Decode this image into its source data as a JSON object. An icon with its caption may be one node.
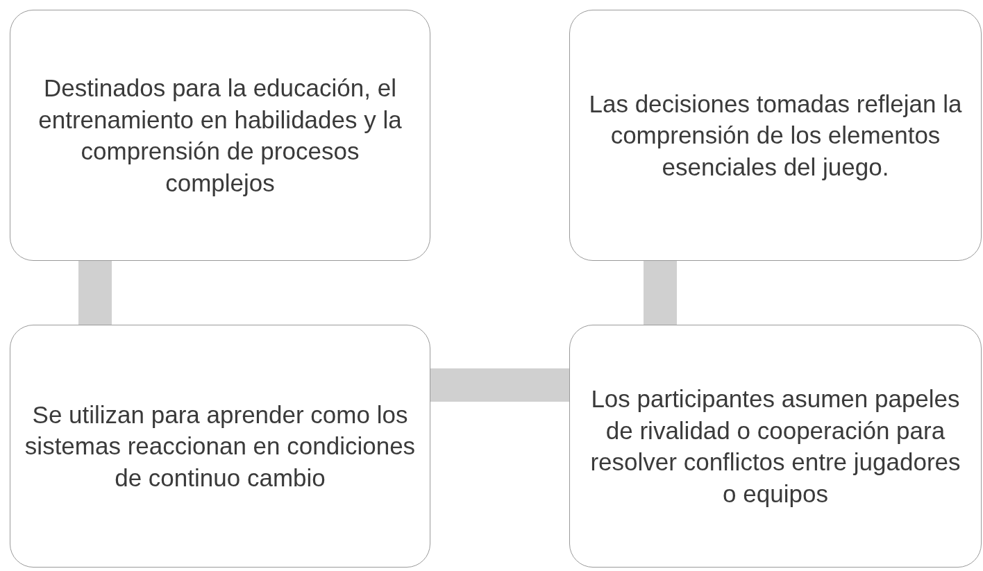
{
  "diagram": {
    "nodes": [
      {
        "text": [
          "Destinados para la educación, el entrenamiento en habilidades y la comprensión de procesos complejos"
        ]
      },
      {
        "text": [
          "Las decisiones tomadas reflejan la comprensión de los elementos esenciales del juego."
        ]
      },
      {
        "text": [
          "Se utilizan para aprender como los sistemas reaccionan en condiciones de continuo cambio"
        ]
      },
      {
        "text": [
          "Los participantes asumen papeles de rivalidad o cooperación para resolver conflictos entre jugadores o equipos"
        ]
      }
    ],
    "edges": [
      {
        "from": 0,
        "to": 2,
        "arrow": "none"
      },
      {
        "from": 2,
        "to": 3,
        "arrow": "none"
      },
      {
        "from": 1,
        "to": 3,
        "arrow": "none"
      }
    ]
  }
}
